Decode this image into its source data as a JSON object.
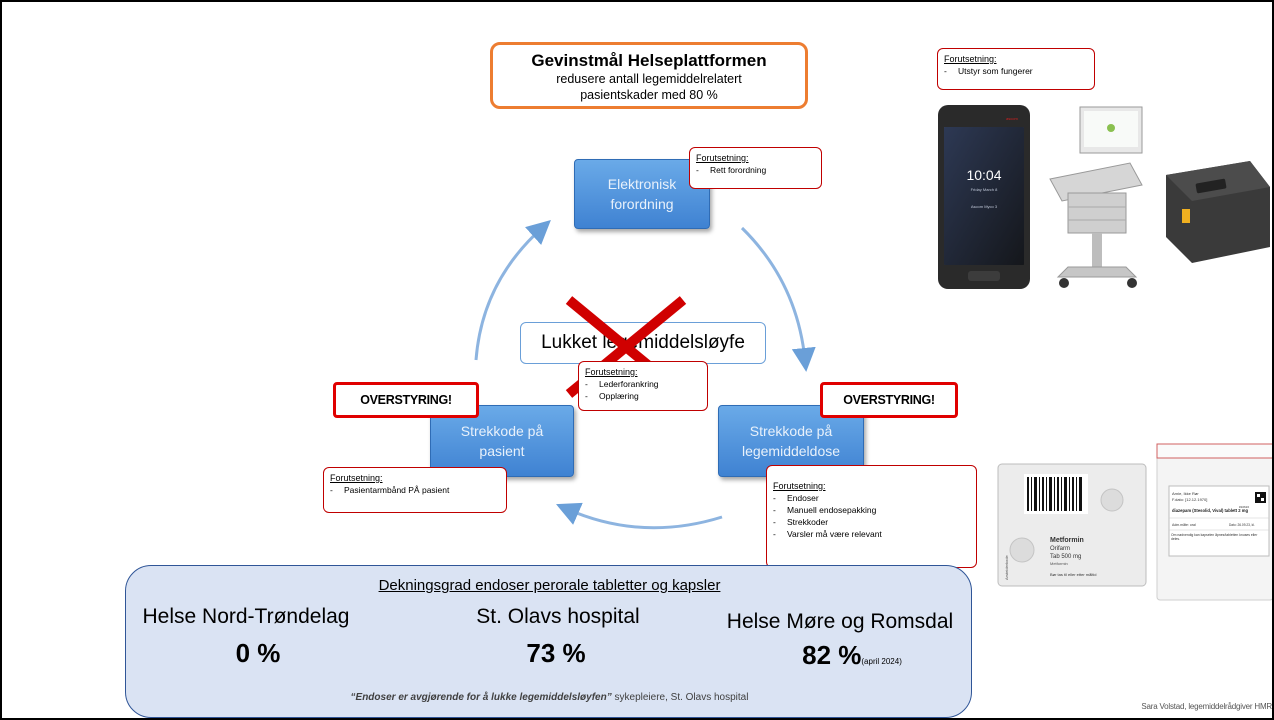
{
  "goal": {
    "title": "Gevinstmål Helseplattformen",
    "text_line1": "redusere antall legemiddelrelatert",
    "text_line2": "pasientskader med 80 %"
  },
  "devices_note": {
    "heading": "Forutsetning:",
    "items": [
      "Utstyr som fungerer"
    ]
  },
  "order_note": {
    "heading": "Forutsetning:",
    "items": [
      "Rett forordning"
    ]
  },
  "center_note": {
    "heading": "Forutsetning:",
    "items": [
      "Lederforankring",
      "Opplæring"
    ]
  },
  "patient_note": {
    "heading": "Forutsetning:",
    "items": [
      "Pasientarmbånd PÅ pasient"
    ]
  },
  "dose_note": {
    "heading": "Forutsetning:",
    "items": [
      "Endoser",
      "Manuell endosepakking",
      "Strekkoder",
      "Varsler må være relevant"
    ]
  },
  "steps": {
    "order_line1": "Elektronisk",
    "order_line2": "forordning",
    "patient_line1": "Strekkode på",
    "patient_line2": "pasient",
    "dose_line1": "Strekkode på",
    "dose_line2": "legemiddeldose"
  },
  "center_label": "Lukket legemiddelsløyfe",
  "override_label": "OVERSTYRING!",
  "phone": {
    "time": "10:04",
    "date": "Friday March 8",
    "brand": "Ascom Myco 3",
    "logo": "ascom"
  },
  "package_label": {
    "drug": "Metformin",
    "maker": "Orifarm",
    "dose": "Tab 500 mg",
    "substance": "Metformin",
    "warning": "Bør tas til eller etter måltid",
    "side": "Arsteiderkode"
  },
  "bag_label": {
    "patient": "Arnie, Ikke Rør",
    "dob": "F.dato: [12.12.1970]",
    "id": "#10616",
    "drug": "diazepam (Stesolid, Vival) tablett 2 mg",
    "admin_label": "Adm.måte: oral",
    "date_label": "Dato: 26.09.23, kl.",
    "instruction": "Om nødvendig kan kapselen åpnes/tabletten knuses eller deles."
  },
  "coverage": {
    "title": "Dekningsgrad endoser perorale tabletter og kapsler",
    "sites": [
      {
        "name": "Helse Nord-Trøndelag",
        "value": "0 %",
        "note": ""
      },
      {
        "name": "St. Olavs hospital",
        "value": "73 %",
        "note": ""
      },
      {
        "name": "Helse Møre og Romsdal",
        "value": "82 %",
        "note": "(april 2024)"
      }
    ],
    "quote": "“Endoser er avgjørende for å lukke legemiddelsløyfen”",
    "quote_source": " sykepleiere, St. Olavs hospital"
  },
  "credit": "Sara Volstad, legemiddelrådgiver HMR",
  "colors": {
    "goal_border": "#ed7d31",
    "note_border": "#c00000",
    "step_fill": "#4f90dc",
    "arrow": "#8db4e0",
    "cross": "#d00000",
    "coverage_fill": "#dae3f3"
  }
}
